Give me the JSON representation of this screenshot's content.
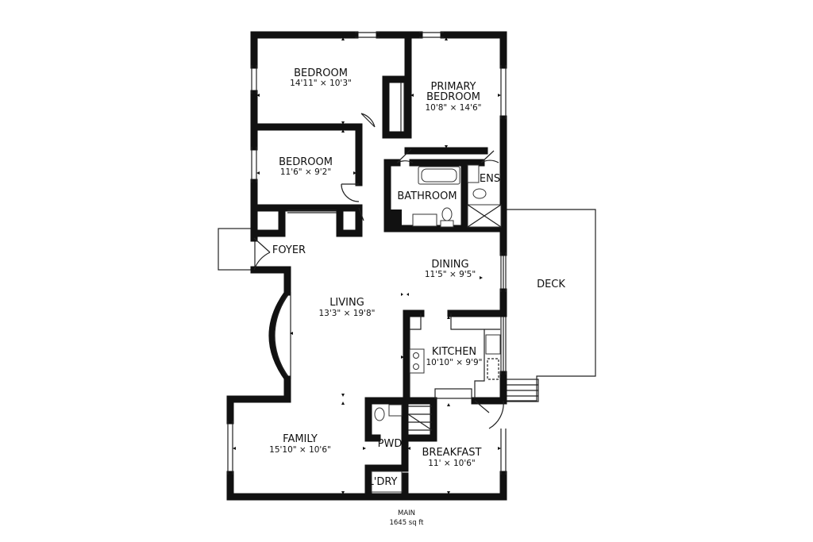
{
  "rooms": {
    "bedroom_1": {
      "name": "BEDROOM",
      "dim": "14'11\" × 10'3\""
    },
    "primary": {
      "name_line1": "PRIMARY",
      "name_line2": "BEDROOM",
      "dim": "10'8\" × 14'6\""
    },
    "bedroom_2": {
      "name": "BEDROOM",
      "dim": "11'6\" × 9'2\""
    },
    "bathroom": {
      "name": "BATHROOM"
    },
    "ensuite": {
      "name": "ENS"
    },
    "foyer": {
      "name": "FOYER"
    },
    "dining": {
      "name": "DINING",
      "dim": "11'5\" × 9'5\""
    },
    "deck": {
      "name": "DECK"
    },
    "living": {
      "name": "LIVING",
      "dim": "13'3\" × 19'8\""
    },
    "kitchen": {
      "name": "KITCHEN",
      "dim": "10'10\" × 9'9\""
    },
    "family": {
      "name": "FAMILY",
      "dim": "15'10\" × 10'6\""
    },
    "powder": {
      "name": "PWD"
    },
    "laundry": {
      "name": "L'DRY"
    },
    "breakfast": {
      "name": "BREAKFAST",
      "dim": "11' × 10'6\""
    }
  },
  "footer": {
    "level": "MAIN",
    "area": "1645 sq ft"
  }
}
